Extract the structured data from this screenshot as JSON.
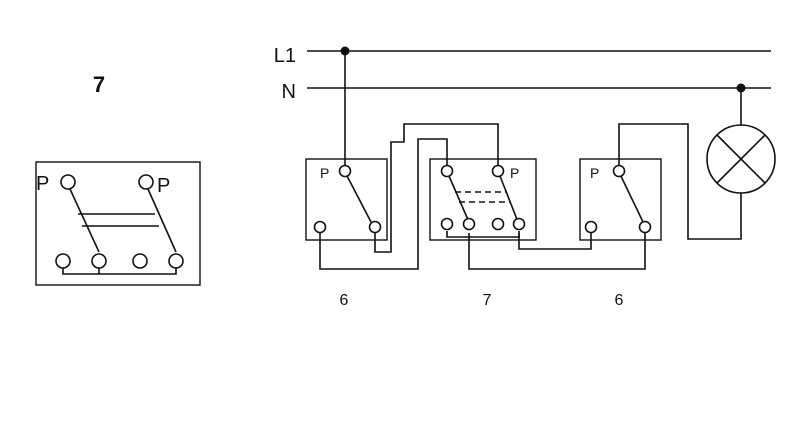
{
  "legend": {
    "number": "7",
    "terminal_left": "P",
    "terminal_right": "P"
  },
  "lines": {
    "phase": "L1",
    "neutral": "N"
  },
  "switches": [
    {
      "terminal": "P",
      "number": "6"
    },
    {
      "terminal": "P",
      "number": "7"
    },
    {
      "terminal": "P",
      "number": "6"
    }
  ],
  "lamp": {
    "icon": "lamp-icon"
  }
}
